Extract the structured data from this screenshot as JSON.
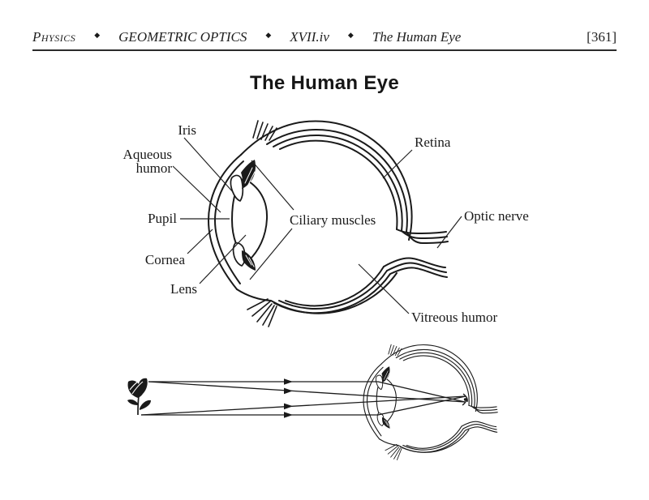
{
  "header": {
    "items": [
      "Physics",
      "GEOMETRIC OPTICS",
      "XVII.iv",
      "The Human Eye"
    ],
    "separator": "◆",
    "page_number": "[361]"
  },
  "title": "The Human Eye",
  "eye_diagram": {
    "labels": {
      "iris": "Iris",
      "aqueous_humor": [
        "Aqueous",
        "humor"
      ],
      "pupil": "Pupil",
      "cornea": "Cornea",
      "lens": "Lens",
      "ciliary_muscles": "Ciliary muscles",
      "retina": "Retina",
      "optic_nerve": "Optic nerve",
      "vitreous_humor": "Vitreous humor"
    }
  },
  "colors": {
    "ink": "#1a1a1a",
    "background": "#ffffff"
  }
}
